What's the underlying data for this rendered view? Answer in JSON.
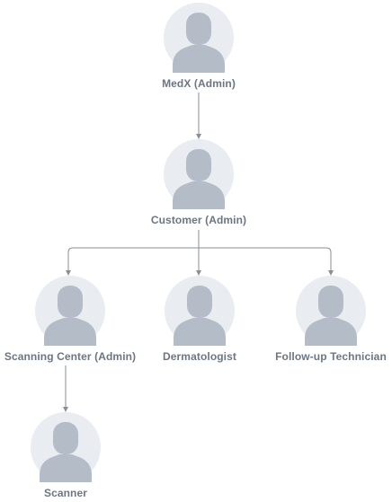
{
  "nodes": {
    "medx": {
      "label": "MedX (Admin)"
    },
    "customer": {
      "label": "Customer (Admin)"
    },
    "scanning_center": {
      "label": "Scanning Center (Admin)"
    },
    "dermatologist": {
      "label": "Dermatologist"
    },
    "followup_technician": {
      "label": "Follow-up Technician"
    },
    "scanner": {
      "label": "Scanner"
    }
  },
  "edges": [
    {
      "from": "medx",
      "to": "customer"
    },
    {
      "from": "customer",
      "to": "scanning_center"
    },
    {
      "from": "customer",
      "to": "dermatologist"
    },
    {
      "from": "customer",
      "to": "followup_technician"
    },
    {
      "from": "scanning_center",
      "to": "scanner"
    }
  ],
  "colors": {
    "avatar_bg": "#e9ecf1",
    "avatar_figure": "#b4bcc8",
    "connector": "#8a8f96",
    "label_text": "#6c7682"
  },
  "icons": {
    "avatar": "user-avatar-icon"
  }
}
